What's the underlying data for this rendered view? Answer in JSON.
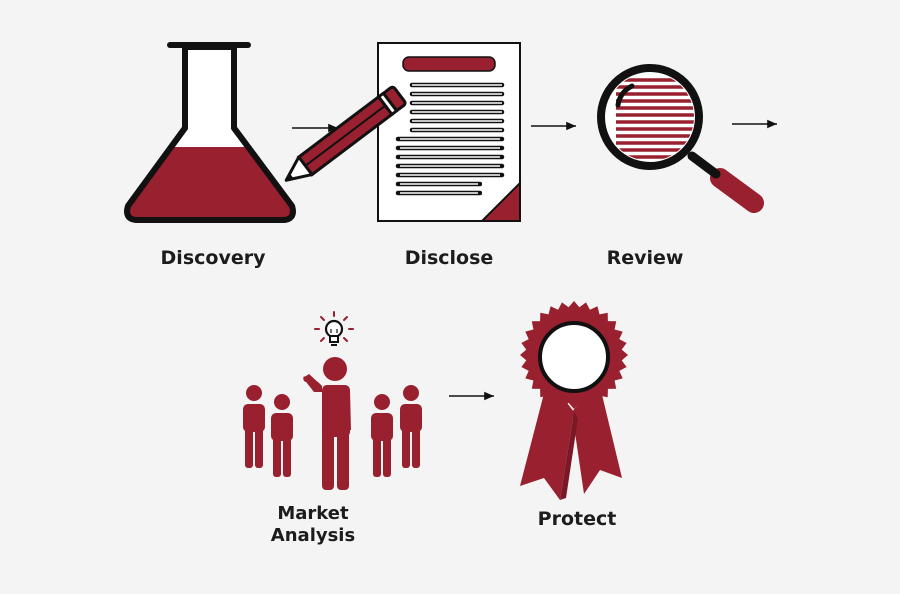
{
  "steps": {
    "discovery": {
      "label": "Discovery",
      "icon": "flask-icon"
    },
    "disclose": {
      "label": "Disclose",
      "icon": "document-pencil-icon"
    },
    "review": {
      "label": "Review",
      "icon": "magnifying-glass-icon"
    },
    "market_analysis": {
      "label_line1": "Market",
      "label_line2": "Analysis",
      "icon": "people-lightbulb-icon"
    },
    "protect": {
      "label": "Protect",
      "icon": "award-ribbon-icon"
    }
  },
  "colors": {
    "accent": "#98202f",
    "outline": "#111111",
    "background": "#f5f4f4",
    "paper": "#ffffff"
  }
}
